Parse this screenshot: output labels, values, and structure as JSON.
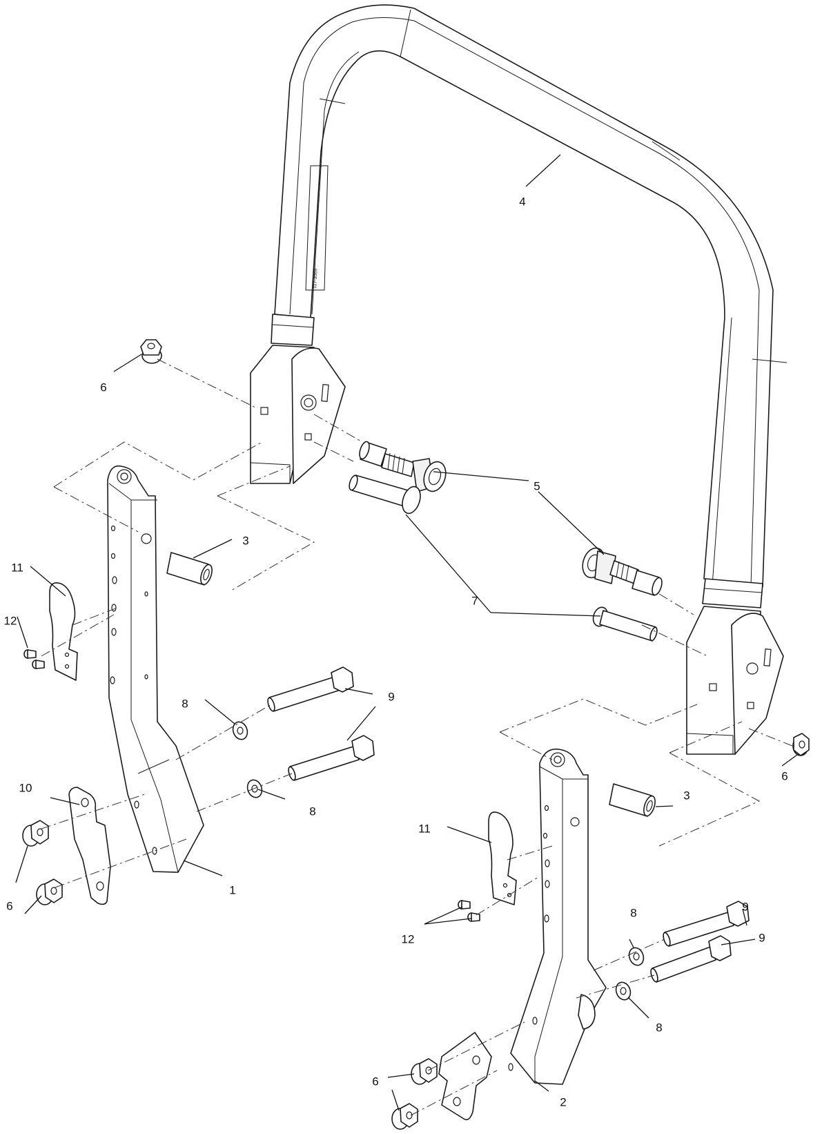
{
  "decal_text": "117-3069",
  "callouts": [
    {
      "id": "rollbar",
      "label": "4"
    },
    {
      "id": "nut-top-left",
      "label": "6"
    },
    {
      "id": "latch-pin-right-a",
      "label": "5"
    },
    {
      "id": "spacer-left",
      "label": "3"
    },
    {
      "id": "clip-left",
      "label": "11"
    },
    {
      "id": "screw-left",
      "label": "12"
    },
    {
      "id": "pivot-pin",
      "label": "7"
    },
    {
      "id": "bolt-left-top",
      "label": "9"
    },
    {
      "id": "washer-left-top",
      "label": "8"
    },
    {
      "id": "washer-left-bottom",
      "label": "8"
    },
    {
      "id": "plate-left",
      "label": "10"
    },
    {
      "id": "bracket-left",
      "label": "1"
    },
    {
      "id": "nut-left-bottom",
      "label": "6"
    },
    {
      "id": "nut-right-top",
      "label": "6"
    },
    {
      "id": "spacer-right",
      "label": "3"
    },
    {
      "id": "clip-right",
      "label": "11"
    },
    {
      "id": "screw-right",
      "label": "12"
    },
    {
      "id": "washer-right-top",
      "label": "8"
    },
    {
      "id": "bolt-right",
      "label": "9"
    },
    {
      "id": "bolt-right-b",
      "label": "9"
    },
    {
      "id": "washer-right-bottom",
      "label": "8"
    },
    {
      "id": "nut-right-bottom",
      "label": "6"
    },
    {
      "id": "bracket-right",
      "label": "2"
    }
  ]
}
